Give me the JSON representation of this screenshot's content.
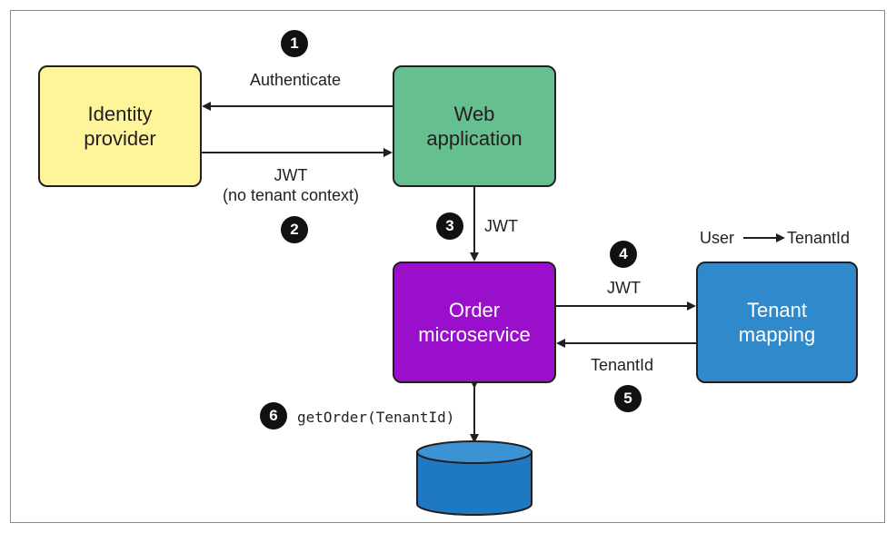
{
  "nodes": {
    "identity_provider": "Identity\nprovider",
    "web_application": "Web\napplication",
    "order_microservice": "Order\nmicroservice",
    "tenant_mapping": "Tenant\nmapping"
  },
  "edges": {
    "authenticate": "Authenticate",
    "jwt_no_context_line1": "JWT",
    "jwt_no_context_line2": "(no tenant context)",
    "jwt_web_to_order": "JWT",
    "jwt_order_to_tenant": "JWT",
    "tenantid_return": "TenantId",
    "get_order": "getOrder(TenantId)"
  },
  "legend": {
    "from": "User",
    "to": "TenantId"
  },
  "steps": [
    "1",
    "2",
    "3",
    "4",
    "5",
    "6"
  ],
  "colors": {
    "identity_provider": "#fef59b",
    "web_application": "#66bf8e",
    "order_microservice": "#9a0fcb",
    "tenant_mapping": "#3089cb",
    "database": "#1e78c2",
    "badge": "#111111"
  }
}
